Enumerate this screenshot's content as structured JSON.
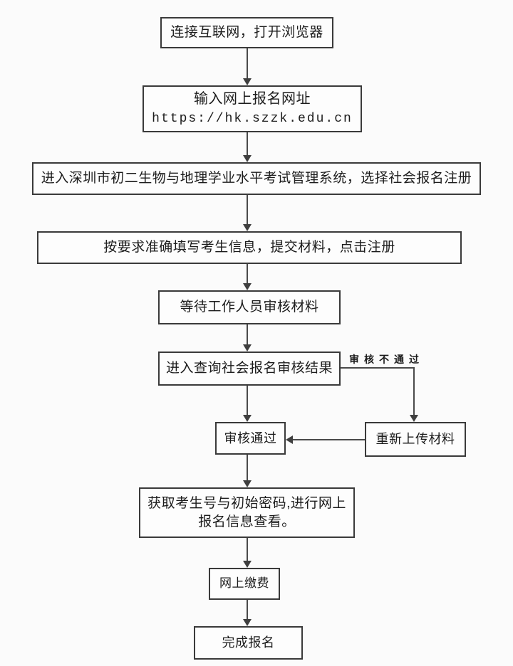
{
  "diagram": {
    "type": "flowchart",
    "language": "zh-CN",
    "colors": {
      "background": "#fbfbfb",
      "node_fill": "#fdfdfd",
      "node_border": "#3a3a3a",
      "connector": "#4a4a4a",
      "text": "#1c1c1c"
    }
  },
  "flow": {
    "connect": {
      "label": "连接互联网，打开浏览器"
    },
    "enter_url": {
      "label": "输入网上报名网址",
      "url": "https://hk.szzk.edu.cn"
    },
    "enter_system": {
      "label": "进入深圳市初二生物与地理学业水平考试管理系统，选择社会报名注册"
    },
    "fill_info": {
      "label": "按要求准确填写考生信息，提交材料，点击注册"
    },
    "wait_review": {
      "label": "等待工作人员审核材料"
    },
    "query_result": {
      "label": "进入查询社会报名审核结果"
    },
    "review_passed": {
      "label": "审核通过"
    },
    "reupload": {
      "label": "重新上传材料"
    },
    "get_credentials": {
      "label": "获取考生号与初始密码,进行网上报名信息查看。"
    },
    "pay_online": {
      "label": "网上缴费"
    },
    "finish": {
      "label": "完成报名"
    },
    "edge_labels": {
      "review_failed": "审核不通过"
    }
  }
}
